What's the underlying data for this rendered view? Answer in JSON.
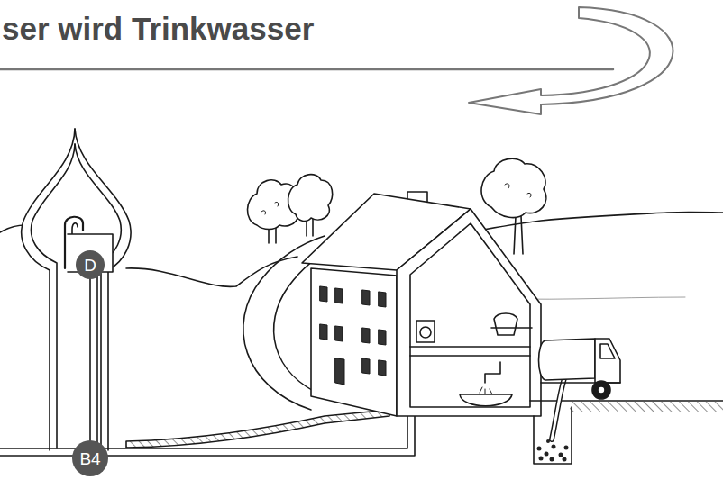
{
  "diagram": {
    "title": "ser wird Trinkwasser",
    "nodes": [
      {
        "text": [
          "D"
        ]
      },
      {
        "text": [
          "B4"
        ]
      }
    ]
  }
}
